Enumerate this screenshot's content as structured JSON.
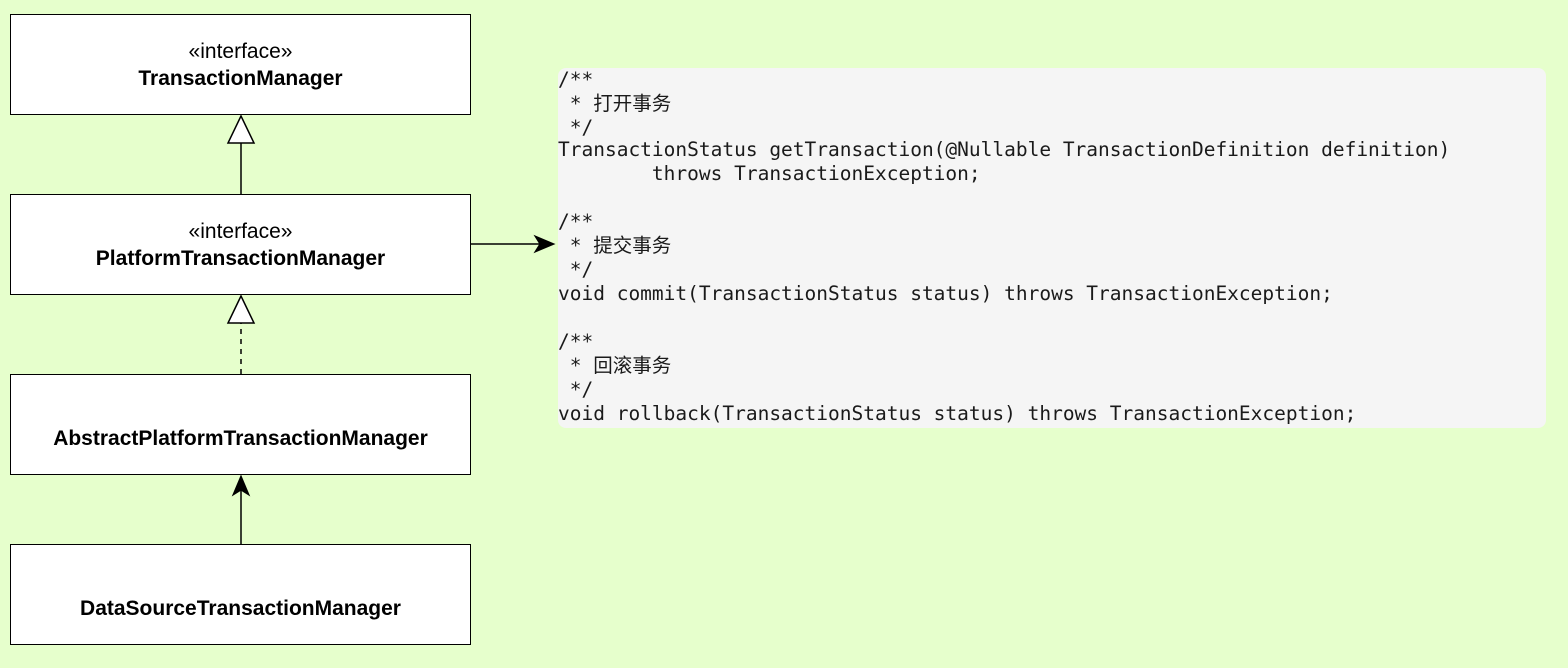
{
  "diagram": {
    "background": "#e6ffcc",
    "classes": [
      {
        "stereotype": "«interface»",
        "name": "TransactionManager"
      },
      {
        "stereotype": "«interface»",
        "name": "PlatformTransactionManager"
      },
      {
        "stereotype": "",
        "name": "AbstractPlatformTransactionManager"
      },
      {
        "stereotype": "",
        "name": "DataSourceTransactionManager"
      }
    ],
    "relations": [
      {
        "from": "PlatformTransactionManager",
        "to": "TransactionManager",
        "type": "generalization"
      },
      {
        "from": "AbstractPlatformTransactionManager",
        "to": "PlatformTransactionManager",
        "type": "realization"
      },
      {
        "from": "DataSourceTransactionManager",
        "to": "AbstractPlatformTransactionManager",
        "type": "association-arrow"
      },
      {
        "from": "PlatformTransactionManager",
        "to": "code-note",
        "type": "association-arrow"
      }
    ]
  },
  "code_note": {
    "lines": [
      "/**",
      " * 打开事务",
      " */",
      "TransactionStatus getTransaction(@Nullable TransactionDefinition definition)",
      "        throws TransactionException;",
      "",
      "/**",
      " * 提交事务",
      " */",
      "void commit(TransactionStatus status) throws TransactionException;",
      "",
      "/**",
      " * 回滚事务",
      " */",
      "void rollback(TransactionStatus status) throws TransactionException;"
    ]
  }
}
